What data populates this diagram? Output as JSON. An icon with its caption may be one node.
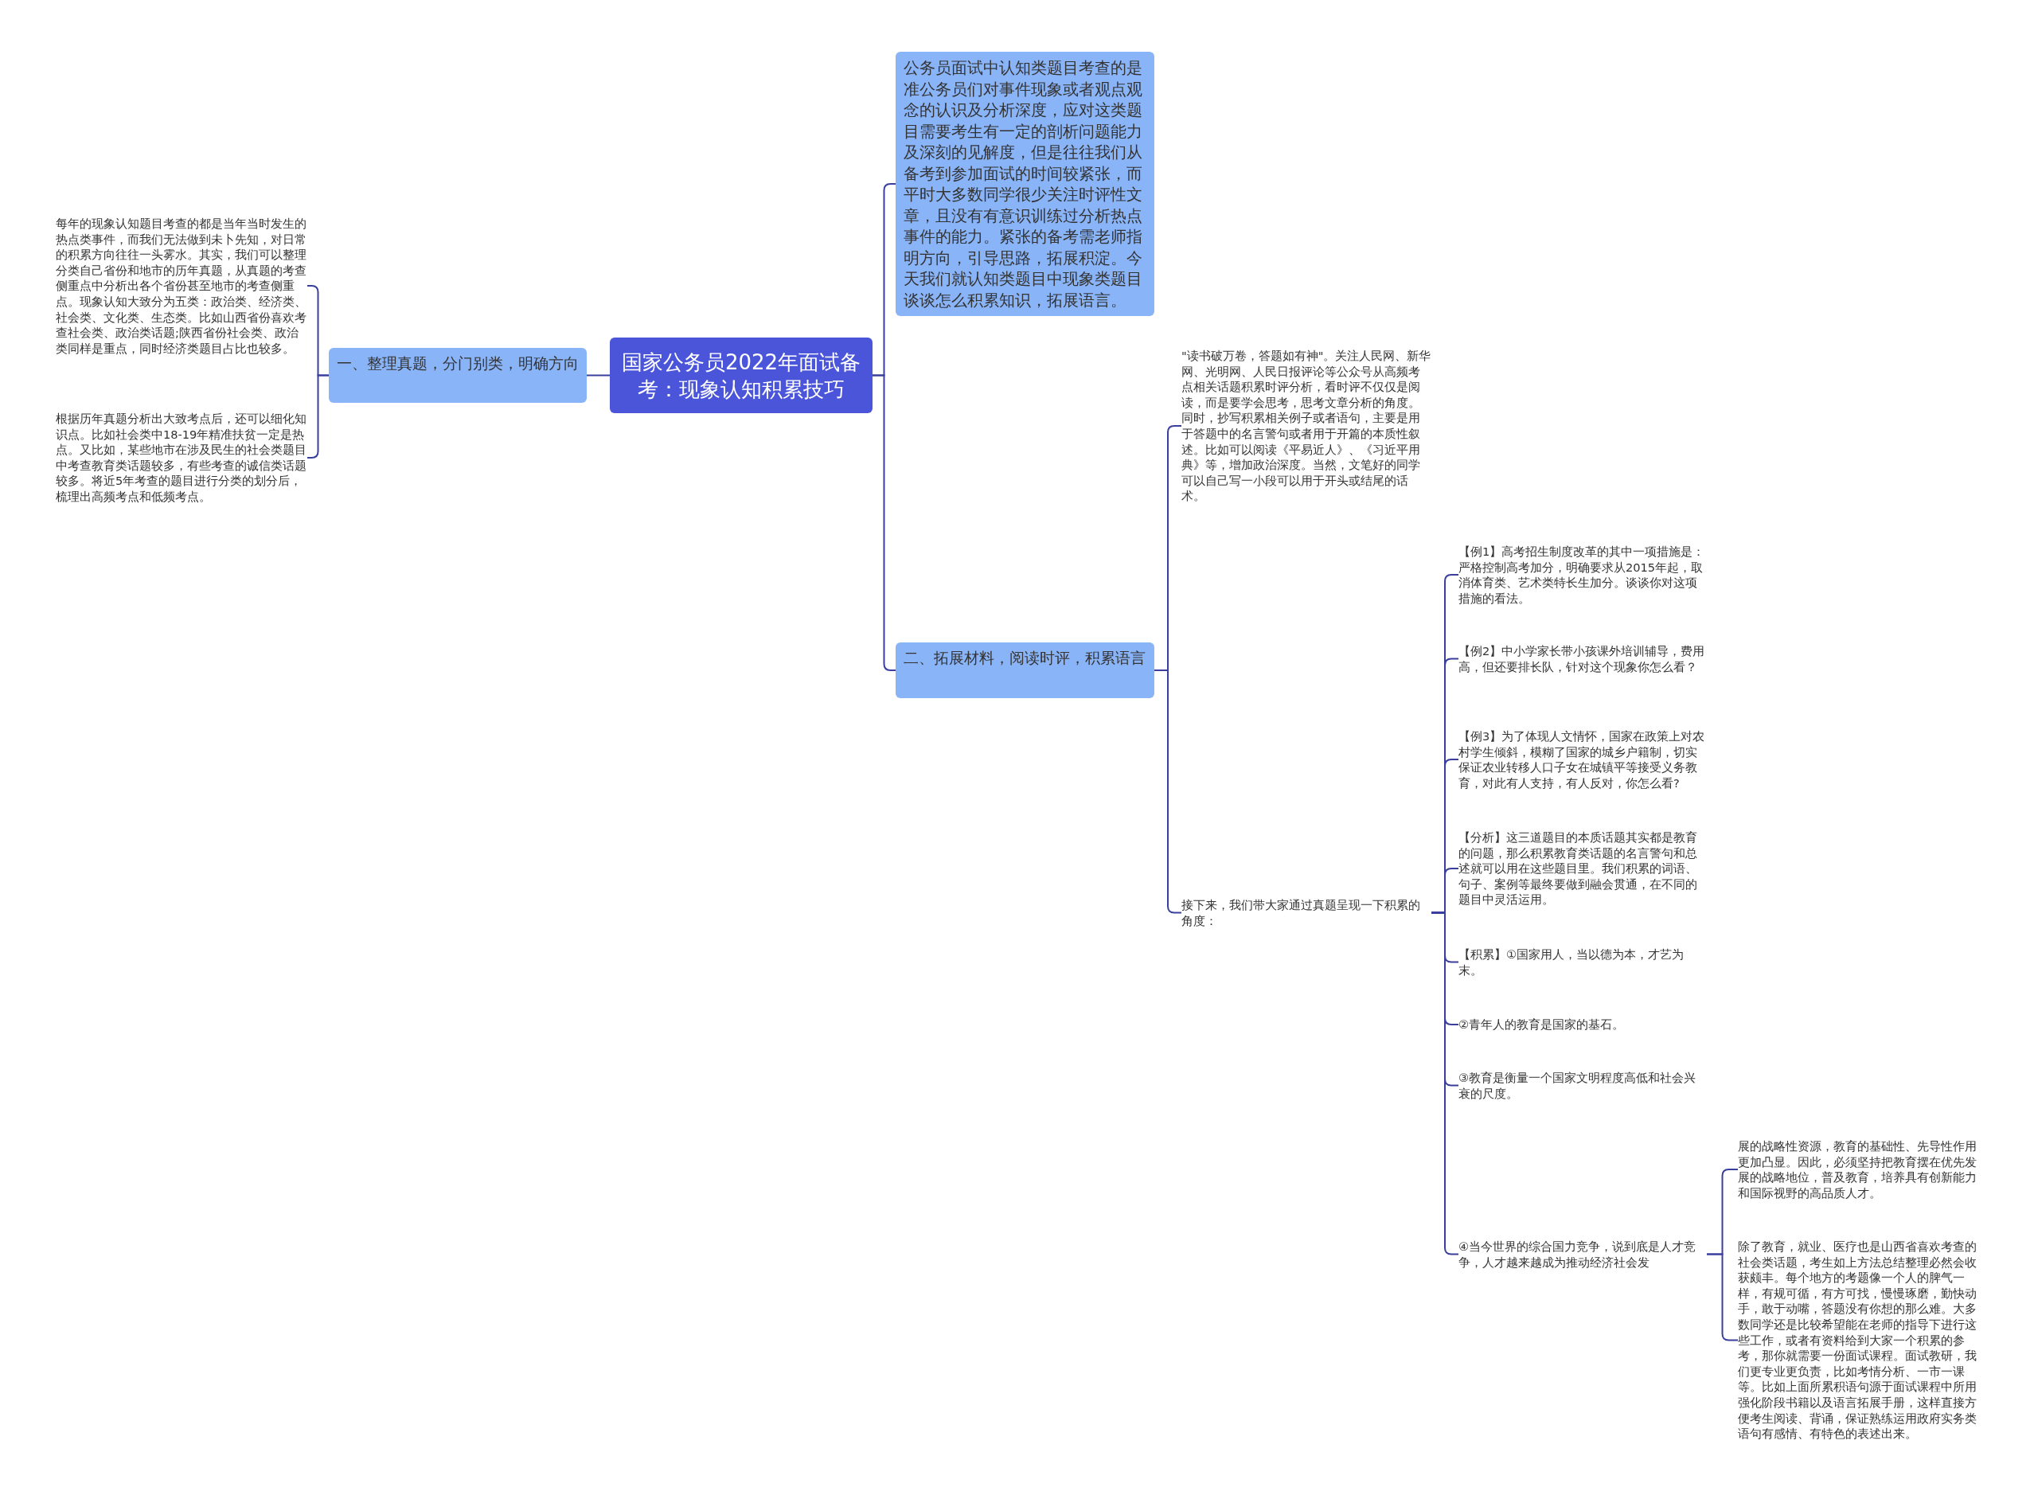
{
  "diagram": {
    "nodes": [
      {
        "text": [
          "国家公务员2022年面试备考：现象认知积累技巧"
        ]
      },
      {
        "text": [
          "一、整理真题，分门别类，明确方向"
        ]
      },
      {
        "text": [
          "每年的现象认知题目考查的都是当年当时发生的热点类事件，而我们无法做到未卜先知，对日常的积累方向往往一头雾水。其实，我们可以整理分类自己省份和地市的历年真题，从真题的考查侧重点中分析出各个省份甚至地市的考查侧重点。现象认知大致分为五类：政治类、经济类、社会类、文化类、生态类。比如山西省份喜欢考查社会类、政治类话题;陕西省份社会类、政治类同样是重点，同时经济类题目占比也较多。"
        ]
      },
      {
        "text": [
          "根据历年真题分析出大致考点后，还可以细化知识点。比如社会类中18-19年精准扶贫一定是热点。又比如，某些地市在涉及民生的社会类题目中考查教育类话题较多，有些考查的诚信类话题较多。将近5年考查的题目进行分类的划分后，梳理出高频考点和低频考点。"
        ]
      },
      {
        "text": [
          "公务员面试中认知类题目考查的是准公务员们对事件现象或者观点观念的认识及分析深度，应对这类题目需要考生有一定的剖析问题能力及深刻的见解度，但是往往我们从备考到参加面试的时间较紧张，而平时大多数同学很少关注时评性文章，且没有有意识训练过分析热点事件的能力。紧张的备考需老师指明方向，引导思路，拓展积淀。今天我们就认知类题目中现象类题目谈谈怎么积累知识，拓展语言。"
        ]
      },
      {
        "text": [
          "二、拓展材料，阅读时评，积累语言"
        ]
      },
      {
        "text": [
          "\"读书破万卷，答题如有神\"。关注人民网、新华网、光明网、人民日报评论等公众号从高频考点相关话题积累时评分析，看时评不仅仅是阅读，而是要学会思考，思考文章分析的角度。同时，抄写积累相关例子或者语句，主要是用于答题中的名言警句或者用于开篇的本质性叙述。比如可以阅读《平易近人》、《习近平用典》等，增加政治深度。当然，文笔好的同学可以自己写一小段可以用于开头或结尾的话术。"
        ]
      },
      {
        "text": [
          "接下来，我们带大家通过真题呈现一下积累的角度："
        ]
      },
      {
        "text": [
          "【例1】高考招生制度改革的其中一项措施是：严格控制高考加分，明确要求从2015年起，取消体育类、艺术类特长生加分。谈谈你对这项措施的看法。"
        ]
      },
      {
        "text": [
          "【例2】中小学家长带小孩课外培训辅导，费用高，但还要排长队，针对这个现象你怎么看？"
        ]
      },
      {
        "text": [
          "【例3】为了体现人文情怀，国家在政策上对农村学生倾斜，模糊了国家的城乡户籍制，切实保证农业转移人口子女在城镇平等接受义务教育，对此有人支持，有人反对，你怎么看?"
        ]
      },
      {
        "text": [
          "【分析】这三道题目的本质话题其实都是教育的问题，那么积累教育类话题的名言警句和总述就可以用在这些题目里。我们积累的词语、句子、案例等最终要做到融会贯通，在不同的题目中灵活运用。"
        ]
      },
      {
        "text": [
          "【积累】①国家用人，当以德为本，才艺为末。"
        ]
      },
      {
        "text": [
          "②青年人的教育是国家的基石。"
        ]
      },
      {
        "text": [
          "③教育是衡量一个国家文明程度高低和社会兴衰的尺度。"
        ]
      },
      {
        "text": [
          "④当今世界的综合国力竞争，说到底是人才竞争，人才越来越成为推动经济社会发"
        ]
      },
      {
        "text": [
          "展的战略性资源，教育的基础性、先导性作用更加凸显。因此，必须坚持把教育摆在优先发展的战略地位，普及教育，培养具有创新能力和国际视野的高品质人才。"
        ]
      },
      {
        "text": [
          "除了教育，就业、医疗也是山西省喜欢考查的社会类话题，考生如上方法总结整理必然会收获颇丰。每个地方的考题像一个人的脾气一样，有规可循，有方可找，慢慢琢磨，勤快动手，敢于动嘴，答题没有你想的那么难。大多数同学还是比较希望能在老师的指导下进行这些工作，或者有资料给到大家一个积累的参考，那你就需要一份面试课程。面试教研，我们更专业更负责，比如考情分析、一市一课等。比如上面所累积语句源于面试课程中所用强化阶段书籍以及语言拓展手册，这样直接方便考生阅读、背诵，保证熟练运用政府实务类语句有感情、有特色的表述出来。"
        ]
      }
    ],
    "edges": [
      {
        "from": 0,
        "to": 1,
        "arrow": "none"
      },
      {
        "from": 1,
        "to": 2,
        "arrow": "none"
      },
      {
        "from": 1,
        "to": 3,
        "arrow": "none"
      },
      {
        "from": 0,
        "to": 4,
        "arrow": "none"
      },
      {
        "from": 0,
        "to": 5,
        "arrow": "none"
      },
      {
        "from": 5,
        "to": 6,
        "arrow": "none"
      },
      {
        "from": 5,
        "to": 7,
        "arrow": "none"
      },
      {
        "from": 7,
        "to": 8,
        "arrow": "none"
      },
      {
        "from": 7,
        "to": 9,
        "arrow": "none"
      },
      {
        "from": 7,
        "to": 10,
        "arrow": "none"
      },
      {
        "from": 7,
        "to": 11,
        "arrow": "none"
      },
      {
        "from": 7,
        "to": 12,
        "arrow": "none"
      },
      {
        "from": 7,
        "to": 13,
        "arrow": "none"
      },
      {
        "from": 7,
        "to": 14,
        "arrow": "none"
      },
      {
        "from": 7,
        "to": 15,
        "arrow": "none"
      },
      {
        "from": 15,
        "to": 16,
        "arrow": "none"
      },
      {
        "from": 15,
        "to": 17,
        "arrow": "none"
      }
    ]
  }
}
